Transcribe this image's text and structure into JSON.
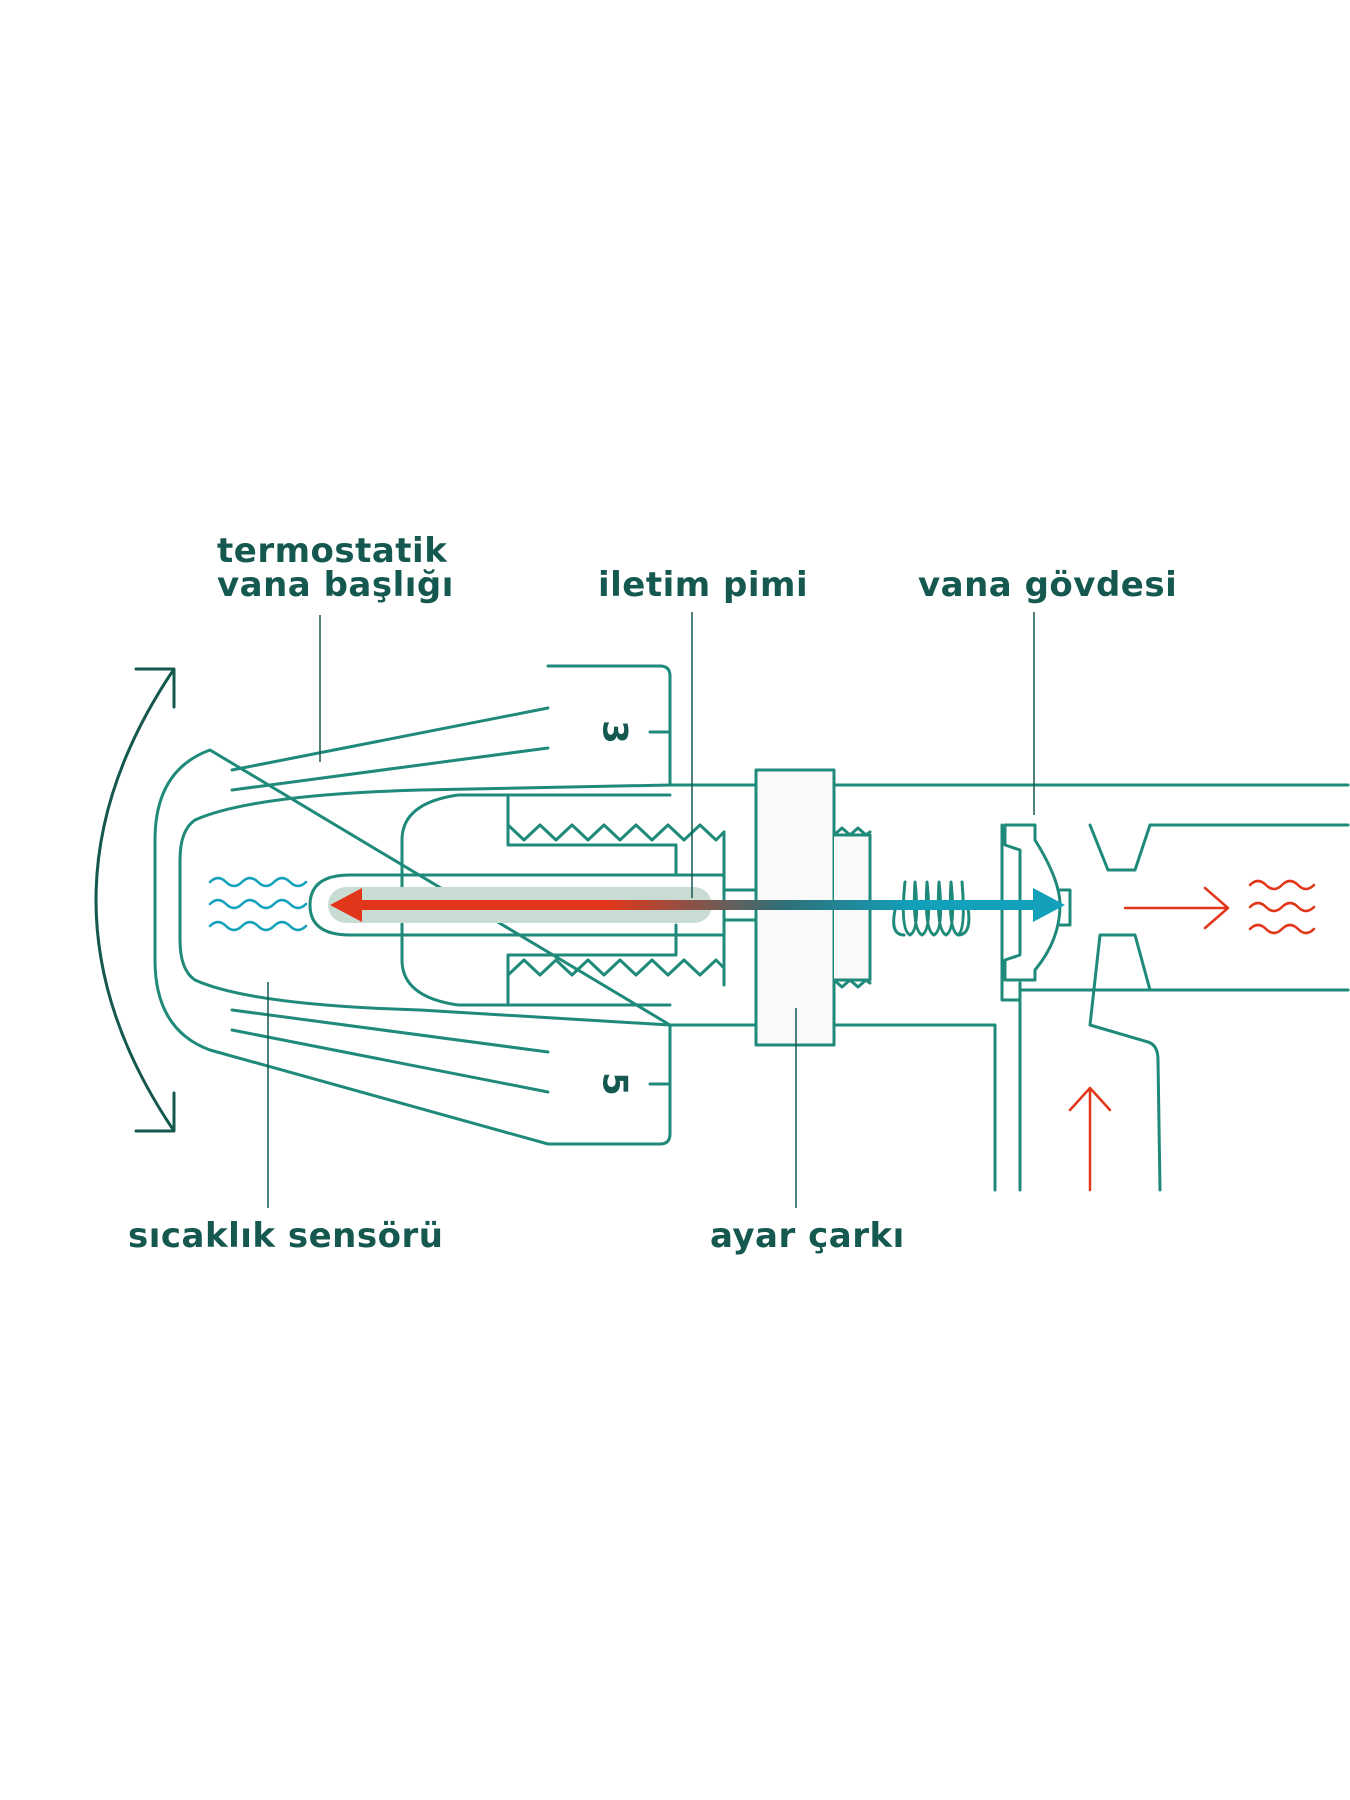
{
  "labels": {
    "head_line1": "termostatik",
    "head_line2": "vana başlığı",
    "pin": "iletim pimi",
    "body": "vana gövdesi",
    "sensor": "sıcaklık sensörü",
    "wheel": "ayar çarkı"
  },
  "dial": {
    "upper": "3",
    "lower": "5"
  },
  "colors": {
    "outline": "#1f8a7a",
    "label": "#14584f",
    "hot": "#e2361a",
    "cold": "#12a0ba",
    "pin_shadow": "#c9dcd4",
    "wheel_fill": "#f9f9f9"
  }
}
